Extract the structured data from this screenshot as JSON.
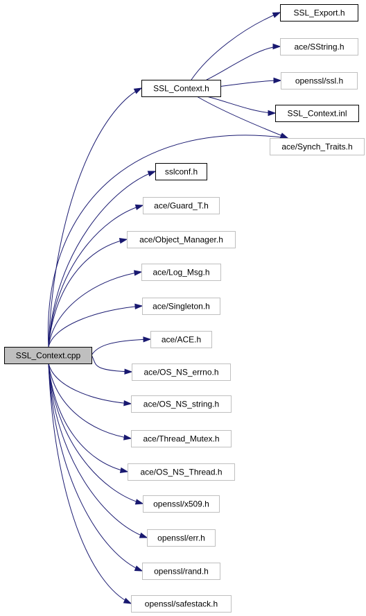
{
  "colors": {
    "edge": "#191970",
    "root_fill": "#bfbfbf",
    "doc_border": "#000000",
    "ext_border": "#bfbfbf",
    "node_fill": "#ffffff"
  },
  "nodes": [
    {
      "id": "root",
      "label": "SSL_Context.cpp",
      "kind": "root"
    },
    {
      "id": "ssl_context_h",
      "label": "SSL_Context.h",
      "kind": "doc"
    },
    {
      "id": "ssl_export_h",
      "label": "SSL_Export.h",
      "kind": "doc"
    },
    {
      "id": "ace_sstring_h",
      "label": "ace/SString.h",
      "kind": "ext"
    },
    {
      "id": "openssl_ssl_h",
      "label": "openssl/ssl.h",
      "kind": "ext"
    },
    {
      "id": "ssl_context_inl",
      "label": "SSL_Context.inl",
      "kind": "doc"
    },
    {
      "id": "ace_synch_traits_h",
      "label": "ace/Synch_Traits.h",
      "kind": "ext"
    },
    {
      "id": "sslconf_h",
      "label": "sslconf.h",
      "kind": "doc"
    },
    {
      "id": "ace_guard_t_h",
      "label": "ace/Guard_T.h",
      "kind": "ext"
    },
    {
      "id": "ace_object_manager_h",
      "label": "ace/Object_Manager.h",
      "kind": "ext"
    },
    {
      "id": "ace_log_msg_h",
      "label": "ace/Log_Msg.h",
      "kind": "ext"
    },
    {
      "id": "ace_singleton_h",
      "label": "ace/Singleton.h",
      "kind": "ext"
    },
    {
      "id": "ace_ace_h",
      "label": "ace/ACE.h",
      "kind": "ext"
    },
    {
      "id": "ace_os_ns_errno_h",
      "label": "ace/OS_NS_errno.h",
      "kind": "ext"
    },
    {
      "id": "ace_os_ns_string_h",
      "label": "ace/OS_NS_string.h",
      "kind": "ext"
    },
    {
      "id": "ace_thread_mutex_h",
      "label": "ace/Thread_Mutex.h",
      "kind": "ext"
    },
    {
      "id": "ace_os_ns_thread_h",
      "label": "ace/OS_NS_Thread.h",
      "kind": "ext"
    },
    {
      "id": "openssl_x509_h",
      "label": "openssl/x509.h",
      "kind": "ext"
    },
    {
      "id": "openssl_err_h",
      "label": "openssl/err.h",
      "kind": "ext"
    },
    {
      "id": "openssl_rand_h",
      "label": "openssl/rand.h",
      "kind": "ext"
    },
    {
      "id": "openssl_safestack_h",
      "label": "openssl/safestack.h",
      "kind": "ext"
    }
  ],
  "edges": [
    {
      "from": "root",
      "to": "ssl_context_h"
    },
    {
      "from": "root",
      "to": "ace_synch_traits_h"
    },
    {
      "from": "root",
      "to": "sslconf_h"
    },
    {
      "from": "root",
      "to": "ace_guard_t_h"
    },
    {
      "from": "root",
      "to": "ace_object_manager_h"
    },
    {
      "from": "root",
      "to": "ace_log_msg_h"
    },
    {
      "from": "root",
      "to": "ace_singleton_h"
    },
    {
      "from": "root",
      "to": "ace_ace_h"
    },
    {
      "from": "root",
      "to": "ace_os_ns_errno_h"
    },
    {
      "from": "root",
      "to": "ace_os_ns_string_h"
    },
    {
      "from": "root",
      "to": "ace_thread_mutex_h"
    },
    {
      "from": "root",
      "to": "ace_os_ns_thread_h"
    },
    {
      "from": "root",
      "to": "openssl_x509_h"
    },
    {
      "from": "root",
      "to": "openssl_err_h"
    },
    {
      "from": "root",
      "to": "openssl_rand_h"
    },
    {
      "from": "root",
      "to": "openssl_safestack_h"
    },
    {
      "from": "ssl_context_h",
      "to": "ssl_export_h"
    },
    {
      "from": "ssl_context_h",
      "to": "ace_sstring_h"
    },
    {
      "from": "ssl_context_h",
      "to": "openssl_ssl_h"
    },
    {
      "from": "ssl_context_h",
      "to": "ssl_context_inl"
    },
    {
      "from": "ssl_context_h",
      "to": "ace_synch_traits_h"
    }
  ]
}
